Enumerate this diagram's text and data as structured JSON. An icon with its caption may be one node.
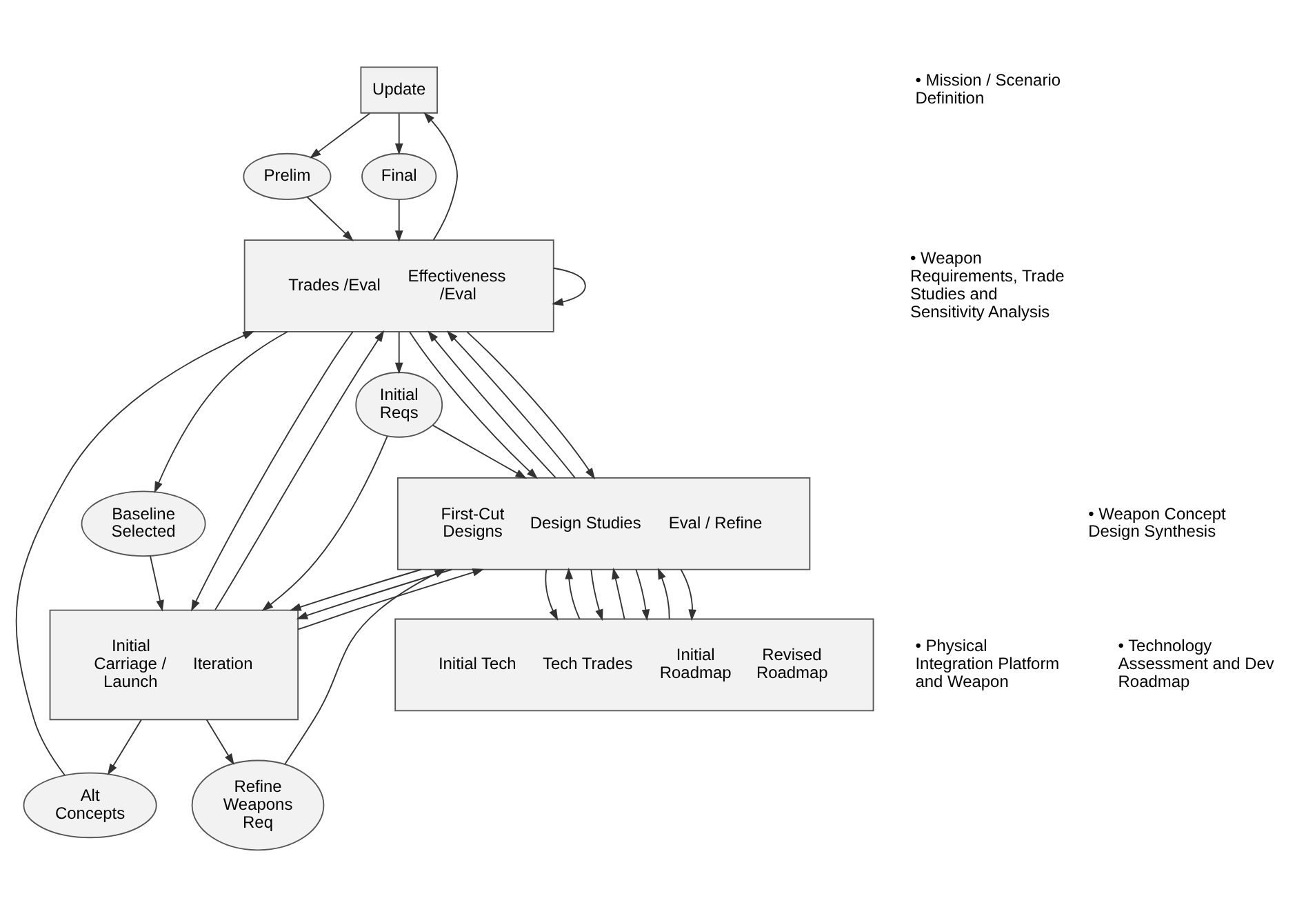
{
  "diagram": {
    "nodes": [
      {
        "text": [
          "Update"
        ]
      },
      {
        "text": [
          "Prelim"
        ]
      },
      {
        "text": [
          "Final"
        ]
      },
      {
        "text": [
          "Trades /Eval",
          "Effectiveness /Eval"
        ]
      },
      {
        "text": [
          "Initial Reqs"
        ]
      },
      {
        "text": [
          "Alt Concepts"
        ]
      },
      {
        "text": [
          "Baseline Selected"
        ]
      },
      {
        "text": [
          "Initial Carriage / Launch",
          "Iteration"
        ]
      },
      {
        "text": [
          "Refine Weapons Req"
        ]
      },
      {
        "text": [
          "First-Cut Designs",
          "Design Studies",
          "Eval / Refine"
        ]
      },
      {
        "text": [
          "Initial Tech",
          "Tech Trades",
          "Initial Roadmap",
          "Revised Roadmap"
        ]
      }
    ],
    "edges": [
      {
        "from": 0,
        "to": 1,
        "arrow": "to"
      },
      {
        "from": 1,
        "to": 3,
        "arrow": "to"
      },
      {
        "from": 3,
        "to": 0,
        "arrow": "to"
      },
      {
        "from": 0,
        "to": 2,
        "arrow": "to"
      },
      {
        "from": 2,
        "to": 3,
        "arrow": "to"
      },
      {
        "from": 3,
        "to": 4,
        "arrow": "to"
      },
      {
        "from": 4,
        "to": 7,
        "arrow": "to"
      },
      {
        "from": 4,
        "to": 9,
        "arrow": "to"
      },
      {
        "from": 7,
        "to": 3,
        "arrow": "to"
      },
      {
        "from": 3,
        "to": 7,
        "arrow": "to"
      },
      {
        "from": 7,
        "to": 5,
        "arrow": "to"
      },
      {
        "from": 5,
        "to": 3,
        "arrow": "to"
      },
      {
        "from": 3,
        "to": 3,
        "arrow": "to"
      },
      {
        "from": 3,
        "to": 6,
        "arrow": "to"
      },
      {
        "from": 6,
        "to": 7,
        "arrow": "to"
      },
      {
        "from": 7,
        "to": 8,
        "arrow": "to"
      },
      {
        "from": 8,
        "to": 9,
        "arrow": "to"
      },
      {
        "from": 9,
        "to": 7,
        "arrow": "to"
      },
      {
        "from": 9,
        "to": 7,
        "arrow": "to"
      },
      {
        "from": 7,
        "to": 9,
        "arrow": "to"
      },
      {
        "from": 9,
        "to": 3,
        "arrow": "to"
      },
      {
        "from": 3,
        "to": 9,
        "arrow": "to"
      },
      {
        "from": 9,
        "to": 3,
        "arrow": "to"
      },
      {
        "from": 3,
        "to": 9,
        "arrow": "to"
      },
      {
        "from": 9,
        "to": 10,
        "arrow": "to"
      },
      {
        "from": 10,
        "to": 9,
        "arrow": "to"
      },
      {
        "from": 9,
        "to": 10,
        "arrow": "to"
      },
      {
        "from": 10,
        "to": 9,
        "arrow": "to"
      },
      {
        "from": 9,
        "to": 10,
        "arrow": "to"
      },
      {
        "from": 10,
        "to": 9,
        "arrow": "to"
      },
      {
        "from": 9,
        "to": 10,
        "arrow": "to"
      }
    ],
    "labels": [
      "• Mission / Scenario Definition",
      "• Weapon Requirements, Trade Studies and Sensitivity Analysis",
      "• Physical Integration Platform and Weapon",
      "• Weapon Concept Design Synthesis",
      "• Technology Assessment and Dev Roadmap"
    ]
  }
}
